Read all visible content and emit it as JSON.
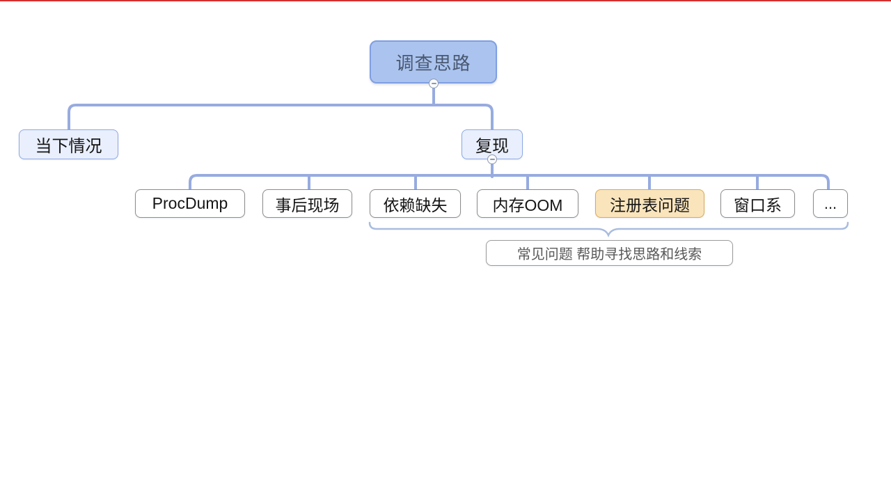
{
  "canvas": {
    "background": "#ffffff",
    "top_line_color": "#d32f2f"
  },
  "mindmap": {
    "root": {
      "label": "调查思路",
      "fill": "#abc4ef",
      "border": "#7f9ee3"
    },
    "level1": [
      {
        "label": "当下情况"
      },
      {
        "label": "复现"
      }
    ],
    "level2": [
      {
        "label": "ProcDump"
      },
      {
        "label": "事后现场"
      },
      {
        "label": "依赖缺失"
      },
      {
        "label": "内存OOM"
      },
      {
        "label": "注册表问题",
        "highlight": true,
        "fill": "#f9e4bc",
        "border": "#dca951"
      },
      {
        "label": "窗口系"
      },
      {
        "label": "..."
      }
    ],
    "summary": {
      "label": "常见问题 帮助寻找思路和线索"
    },
    "connector_color": "#97abdf",
    "summary_brace_color": "#a9bcdf",
    "collapse_icon": "minus"
  }
}
